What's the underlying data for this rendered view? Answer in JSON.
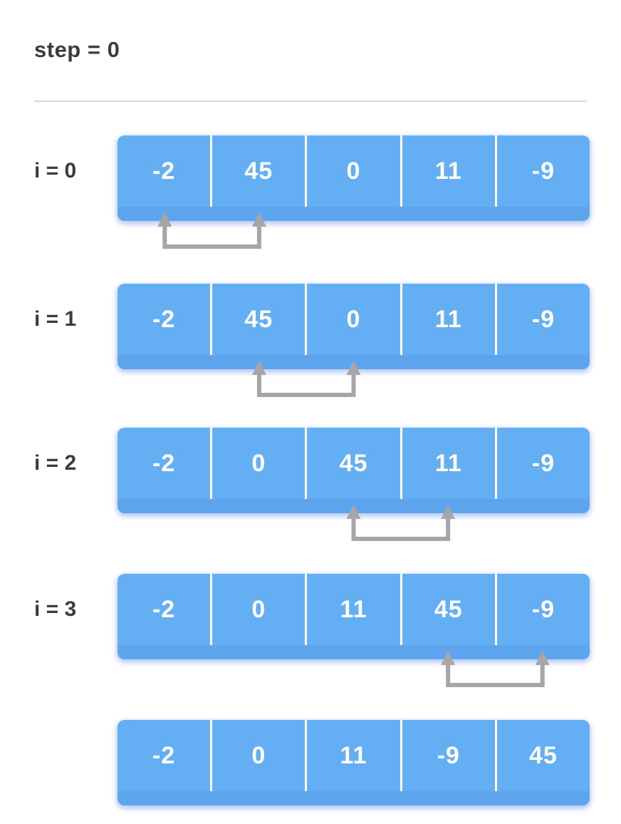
{
  "title": "step = 0",
  "colors": {
    "background": "#FFFFFF",
    "bar_main": "#64AFF4",
    "bar_edge": "#5DA5EC",
    "cell_divider": "#FFFFFF",
    "value_text": "#FFFFFF",
    "label_text": "#383D42",
    "arrow": "#A6A6A6",
    "divider_line": "#D8D8D8"
  },
  "rows": [
    {
      "label": "i = 0",
      "values": [
        "-2",
        "45",
        "0",
        "11",
        "-9"
      ],
      "compare": [
        0,
        1
      ]
    },
    {
      "label": "i = 1",
      "values": [
        "-2",
        "45",
        "0",
        "11",
        "-9"
      ],
      "compare": [
        1,
        2
      ]
    },
    {
      "label": "i = 2",
      "values": [
        "-2",
        "0",
        "45",
        "11",
        "-9"
      ],
      "compare": [
        2,
        3
      ]
    },
    {
      "label": "i = 3",
      "values": [
        "-2",
        "0",
        "11",
        "45",
        "-9"
      ],
      "compare": [
        3,
        4
      ]
    },
    {
      "label": "",
      "values": [
        "-2",
        "0",
        "11",
        "-9",
        "45"
      ],
      "compare": null
    }
  ]
}
